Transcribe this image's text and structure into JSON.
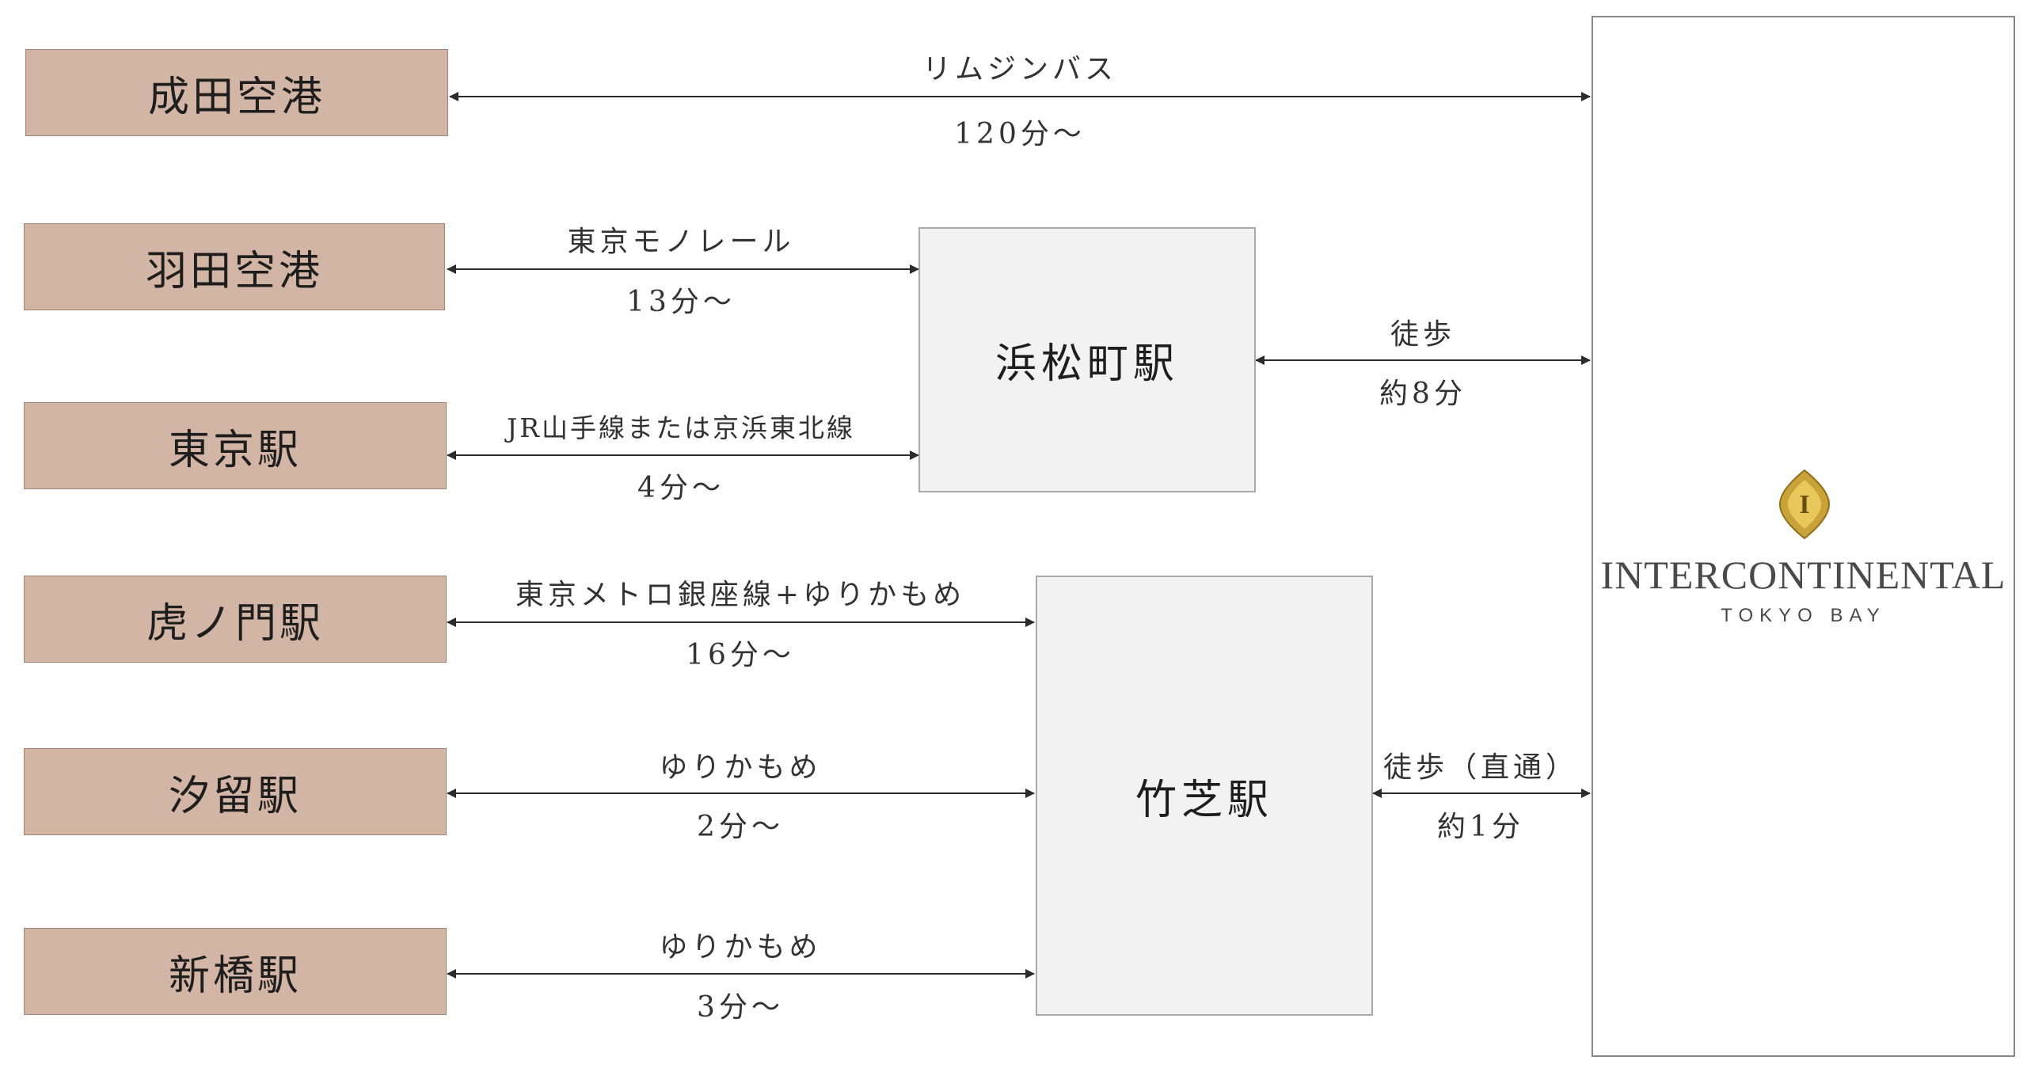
{
  "origins": {
    "narita": "成田空港",
    "haneda": "羽田空港",
    "tokyo": "東京駅",
    "toranomon": "虎ノ門駅",
    "shiodome": "汐留駅",
    "shimbashi": "新橋駅"
  },
  "hubs": {
    "hamamatsucho": "浜松町駅",
    "takeshiba": "竹芝駅"
  },
  "routes": {
    "narita": {
      "line": "リムジンバス",
      "time": "120分～"
    },
    "haneda": {
      "line": "東京モノレール",
      "time": "13分～"
    },
    "tokyo": {
      "line": "JR山手線または京浜東北線",
      "time": "4分～"
    },
    "toranomon": {
      "line": "東京メトロ銀座線+ゆりかもめ",
      "time": "16分～"
    },
    "shiodome": {
      "line": "ゆりかもめ",
      "time": "2分～"
    },
    "shimbashi": {
      "line": "ゆりかもめ",
      "time": "3分～"
    },
    "hamamatsucho_walk": {
      "line": "徒歩",
      "time": "約8分"
    },
    "takeshiba_walk": {
      "line": "徒歩（直通）",
      "time": "約1分"
    }
  },
  "hotel": {
    "emblem_letter": "I",
    "name": "INTERCONTINENTAL",
    "sub": "TOKYO BAY"
  },
  "colors": {
    "origin_fill": "#d3b5a5",
    "hub_fill": "#f2f2f2",
    "line": "#2b2b2b",
    "emblem_gold": "#c9a23a"
  },
  "icons": {
    "emblem": "intercontinental-emblem-icon",
    "arrowhead": "arrowhead-icon"
  }
}
